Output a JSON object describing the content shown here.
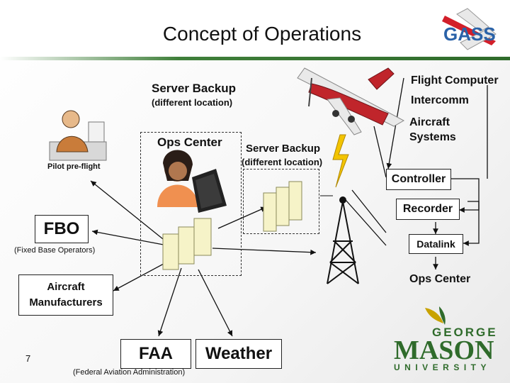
{
  "slide": {
    "title": "Concept of Operations",
    "page_number": "7"
  },
  "logo": {
    "text": "GASS"
  },
  "university": {
    "line1": "GEORGE",
    "line2": "MASON",
    "line3": "UNIVERSITY"
  },
  "nodes": {
    "server_backup_top": {
      "line1": "Server Backup",
      "line2": "(different location)"
    },
    "ops_center_main": "Ops Center",
    "server_backup_mid": {
      "line1": "Server Backup",
      "line2": "(different location)"
    },
    "pilot_preflight": "Pilot pre-flight",
    "fbo": "FBO",
    "fbo_caption": "(Fixed Base Operators)",
    "aircraft_manufacturers": {
      "line1": "Aircraft",
      "line2": "Manufacturers"
    },
    "faa": "FAA",
    "faa_caption": "(Federal Aviation Administration)",
    "weather": "Weather",
    "flight_computer": "Flight Computer",
    "intercomm": "Intercomm",
    "aircraft_systems": {
      "line1": "Aircraft",
      "line2": "Systems"
    },
    "controller": "Controller",
    "recorder": "Recorder",
    "datalink": "Datalink",
    "ops_center_right": "Ops Center"
  },
  "colors": {
    "accent_green": "#2f6b2b",
    "mason_gold": "#c8a200",
    "logo_blue": "#2a62a8",
    "plane_red": "#c0252b"
  }
}
